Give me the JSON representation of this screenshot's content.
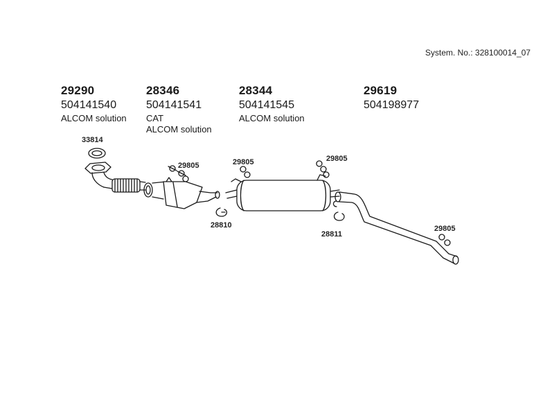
{
  "header": {
    "system_number": "System. No.: 328100014_07"
  },
  "parts": [
    {
      "number": "29290",
      "ref": "504141540",
      "notes": [
        "ALCOM solution"
      ]
    },
    {
      "number": "28346",
      "ref": "504141541",
      "notes": [
        "CAT",
        "ALCOM solution"
      ]
    },
    {
      "number": "28344",
      "ref": "504141545",
      "notes": [
        "ALCOM solution"
      ]
    },
    {
      "number": "29619",
      "ref": "504198977",
      "notes": []
    }
  ],
  "callouts": {
    "gasket": "33814",
    "clamp_front": "29805",
    "clamp_mid_left": "29805",
    "clamp_mid_right": "29805",
    "clamp_rear": "29805",
    "ring_left": "28810",
    "ring_right": "28811"
  }
}
